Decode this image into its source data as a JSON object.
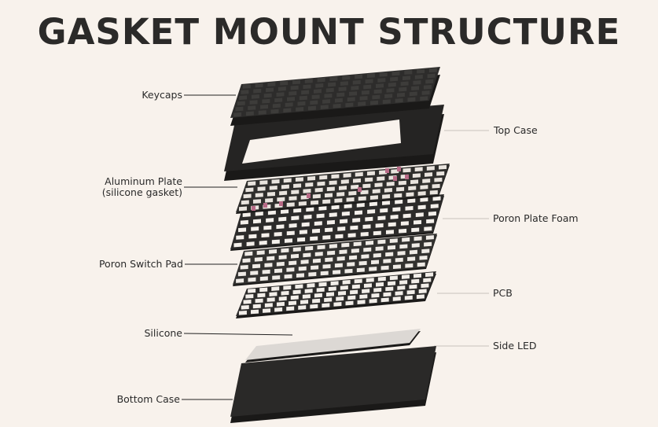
{
  "title": "GASKET MOUNT STRUCTURE",
  "labels": {
    "keycaps": "Keycaps",
    "top_case": "Top Case",
    "aluminum_plate": "Aluminum Plate",
    "aluminum_plate_sub": "(silicone gasket)",
    "poron_plate_foam": "Poron Plate Foam",
    "poron_switch_pad": "Poron Switch Pad",
    "pcb": "PCB",
    "silicone": "Silicone",
    "side_led": "Side LED",
    "bottom_case": "Bottom Case"
  },
  "colors": {
    "background": "#f8f2ec",
    "dark_layer": "#2c2b2a",
    "plate": "#e9e4de",
    "switch_accent": "#b76a86"
  }
}
